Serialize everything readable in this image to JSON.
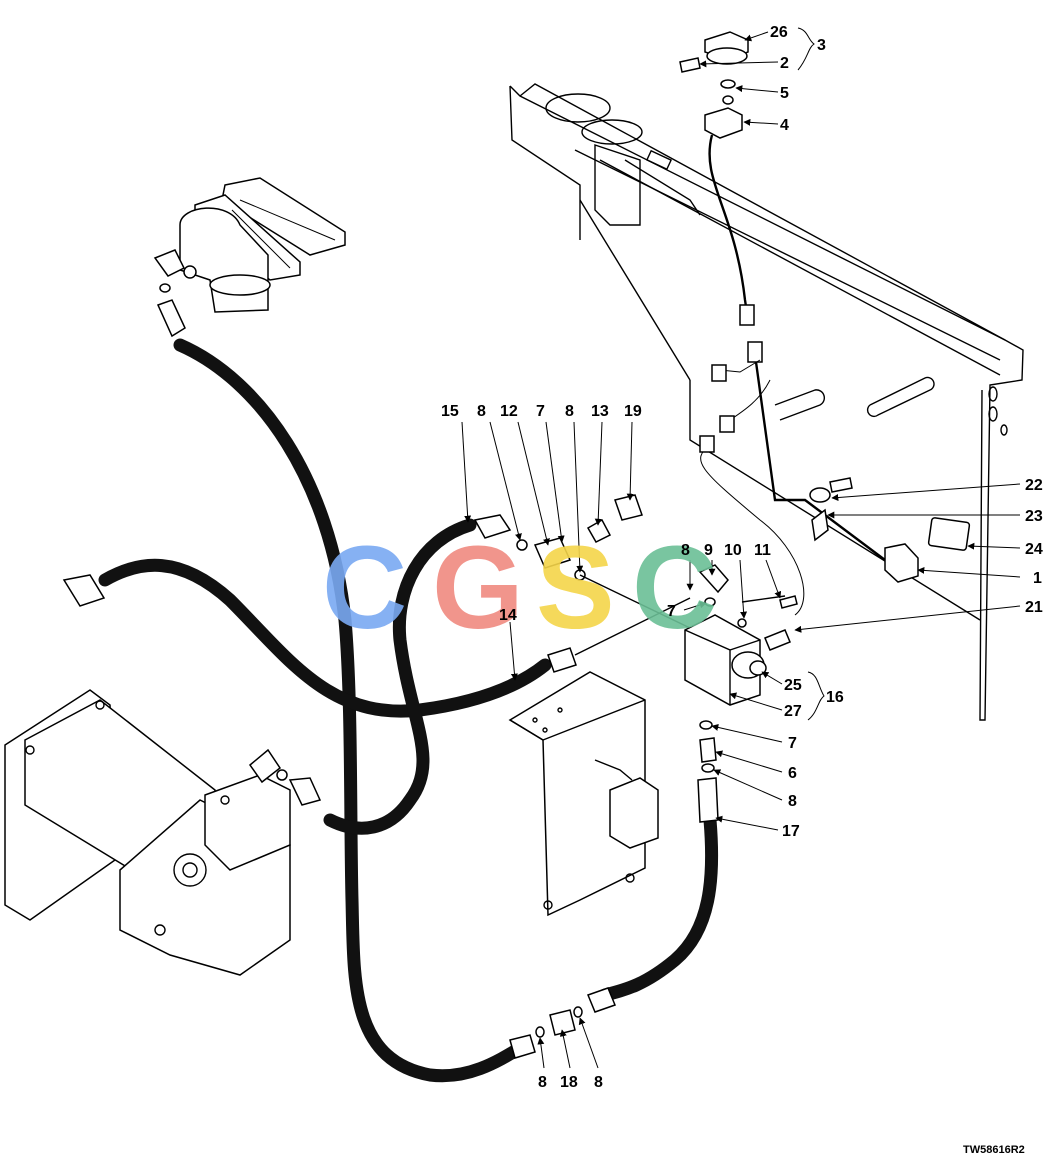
{
  "figure_id": "TW58616R2",
  "watermark": {
    "letters": [
      "C",
      "G",
      "S",
      "C"
    ],
    "colors": [
      "#7aa9f2",
      "#f08a80",
      "#f5d54a",
      "#6bbf96"
    ]
  },
  "callouts": {
    "c26": "26",
    "c2a": "2",
    "c3": "3",
    "c5a": "5",
    "c4": "4",
    "c15": "15",
    "c8a": "8",
    "c12": "12",
    "c7a": "7",
    "c8b": "8",
    "c13": "13",
    "c19": "19",
    "c22": "22",
    "c23": "23",
    "c24": "24",
    "c1": "1",
    "c8c": "8",
    "c9": "9",
    "c10": "10",
    "c11": "11",
    "c7b": "7",
    "c21": "21",
    "c14": "14",
    "c25": "25",
    "c16": "16",
    "c27": "27",
    "c7c": "7",
    "c6": "6",
    "c8d": "8",
    "c17": "17",
    "c8e": "8",
    "c18": "18",
    "c8f": "8"
  }
}
